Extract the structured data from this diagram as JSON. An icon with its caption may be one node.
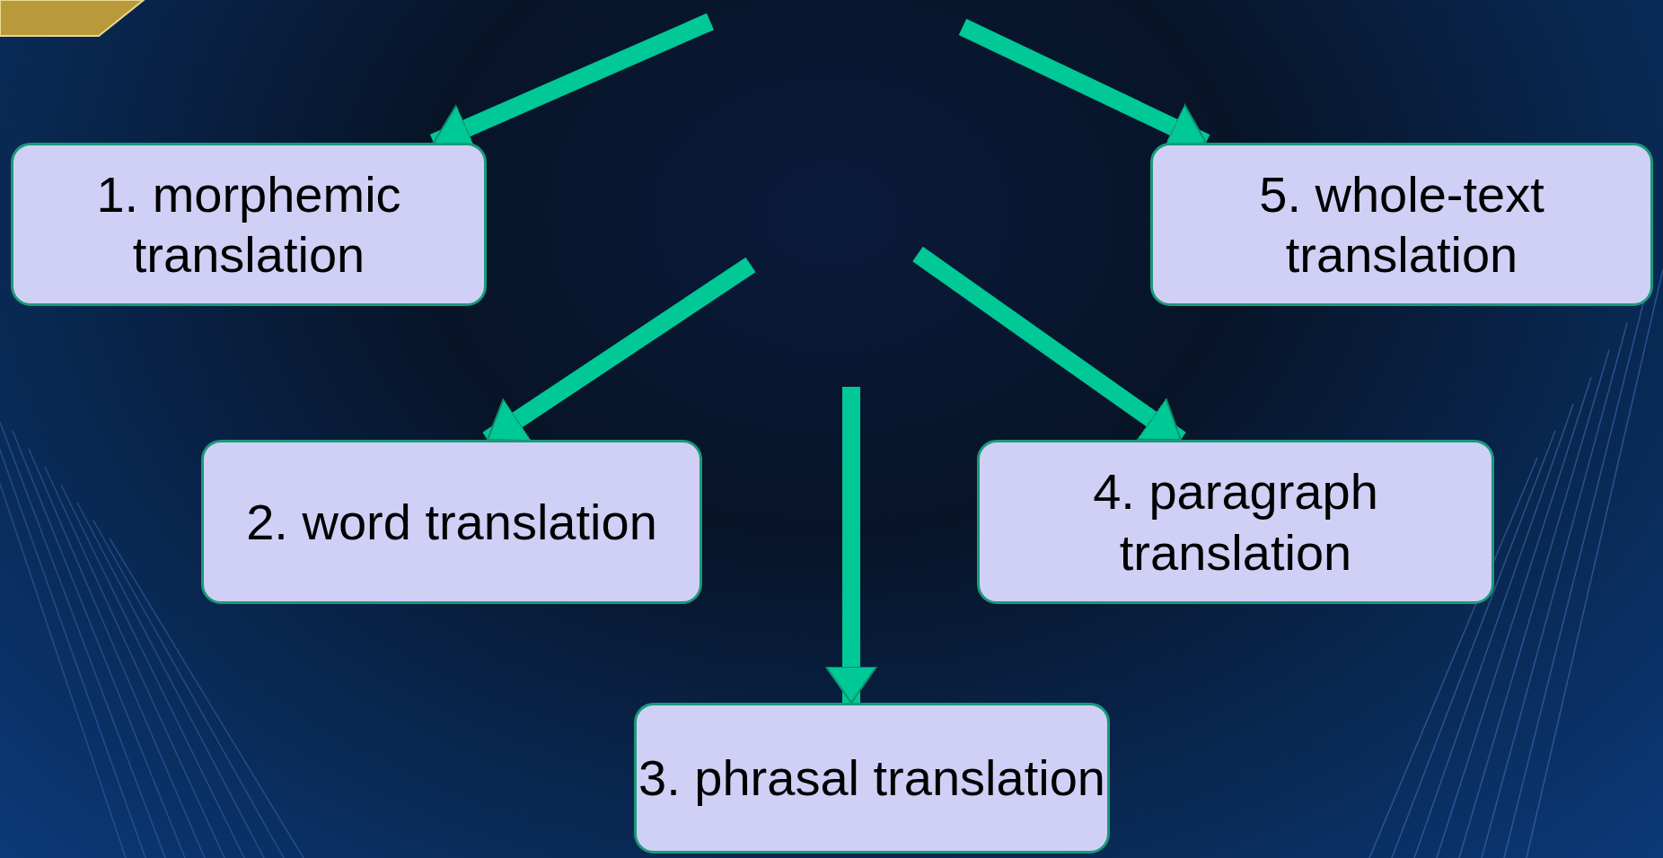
{
  "diagram": {
    "nodes": [
      {
        "text": [
          "1. morphemic translation"
        ]
      },
      {
        "text": [
          "5. whole-text translation"
        ]
      },
      {
        "text": [
          "2. word translation"
        ]
      },
      {
        "text": [
          "4. paragraph translation"
        ]
      },
      {
        "text": [
          "3. phrasal translation"
        ]
      }
    ],
    "edges": [
      {
        "from": null,
        "to": 0,
        "arrow": "to"
      },
      {
        "from": null,
        "to": 1,
        "arrow": "to"
      },
      {
        "from": null,
        "to": 2,
        "arrow": "to"
      },
      {
        "from": null,
        "to": 3,
        "arrow": "to"
      },
      {
        "from": null,
        "to": 4,
        "arrow": "to"
      }
    ]
  }
}
